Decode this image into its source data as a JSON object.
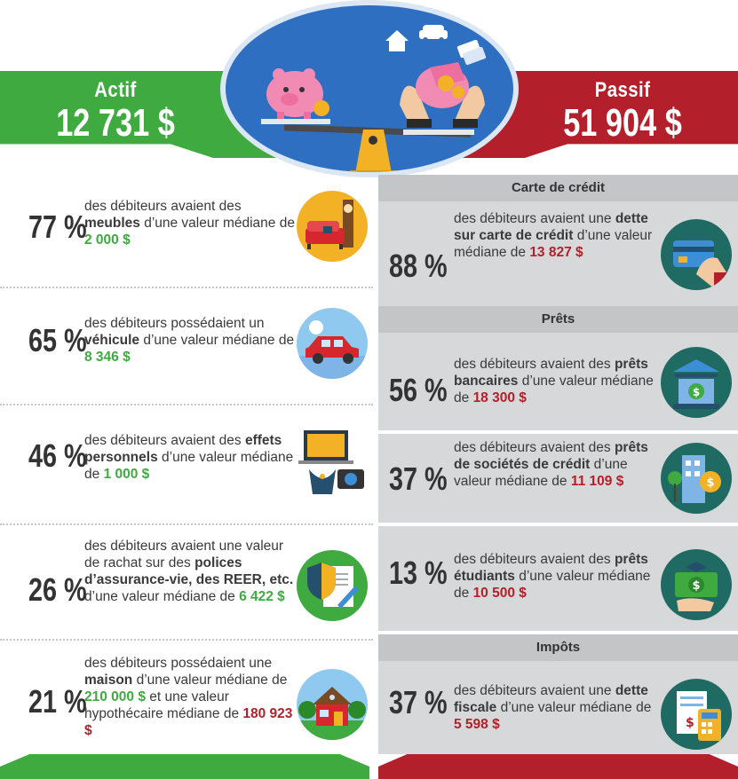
{
  "header": {
    "assets_label": "Actif",
    "assets_amount": "12 731 $",
    "liabilities_label": "Passif",
    "liabilities_amount": "51 904 $"
  },
  "assets": [
    {
      "pct": "77 %",
      "pre": "des débiteurs avaient des ",
      "bold": "meubles",
      "post": " d’une valeur médiane de ",
      "value": "2 000 $",
      "icon": "furniture-icon"
    },
    {
      "pct": "65 %",
      "pre": "des débiteurs possédaient un ",
      "bold": "véhicule",
      "post": " d’une valeur médiane de ",
      "value": "8 346 $",
      "icon": "car-icon"
    },
    {
      "pct": "46 %",
      "pre": "des débiteurs avaient des ",
      "bold": "effets personnels",
      "post": " d’une valeur médiane de ",
      "value": "1 000 $",
      "icon": "personal-effects-icon"
    },
    {
      "pct": "26 %",
      "pre": "des débiteurs avaient une valeur de rachat sur des ",
      "bold": "polices d’assurance-vie, des REER, etc.",
      "post": " d’une valeur médiane de ",
      "value": "6 422 $",
      "icon": "insurance-policy-icon"
    },
    {
      "pct": "21 %",
      "pre": "des débiteurs possédaient une ",
      "bold": "maison",
      "post": " d’une valeur médiane de ",
      "value": "210 000 $",
      "post2": " et une valeur hypothécaire médiane de ",
      "value2": "180 923 $",
      "icon": "house-icon"
    }
  ],
  "liabilities": {
    "credit_card_heading": "Carte de crédit",
    "loans_heading": "Prêts",
    "taxes_heading": "Impôts",
    "credit_card": {
      "pct": "88 %",
      "pre": "des débiteurs avaient une ",
      "bold": "dette sur carte de crédit",
      "post": " d’une valeur médiane de ",
      "value": "13 827 $",
      "icon": "credit-card-icon"
    },
    "bank_loans": {
      "pct": "56 %",
      "pre": "des débiteurs avaient des ",
      "bold": "prêts bancaires",
      "post": " d’une valeur médiane de ",
      "value": "18 300 $",
      "icon": "bank-icon"
    },
    "credit_company_loans": {
      "pct": "37 %",
      "pre": "des débiteurs avaient des ",
      "bold": "prêts de sociétés de crédit",
      "post": " d’une valeur médiane de ",
      "value": "11 109 $",
      "icon": "credit-company-icon"
    },
    "student_loans": {
      "pct": "13 %",
      "pre": "des débiteurs avaient des ",
      "bold": "prêts étudiants",
      "post": " d’une valeur médiane de ",
      "value": "10 500 $",
      "icon": "student-loan-icon"
    },
    "tax_debt": {
      "pct": "37 %",
      "pre": "des débiteurs avaient une ",
      "bold": "dette fiscale",
      "post": " d’une valeur médiane de ",
      "value": "5 598 $",
      "icon": "tax-calculator-icon"
    }
  },
  "colors": {
    "assets": "#3faa3f",
    "liabilities": "#b3202b",
    "panel": "#d7d8d9",
    "oval": "#2f6fc2"
  }
}
